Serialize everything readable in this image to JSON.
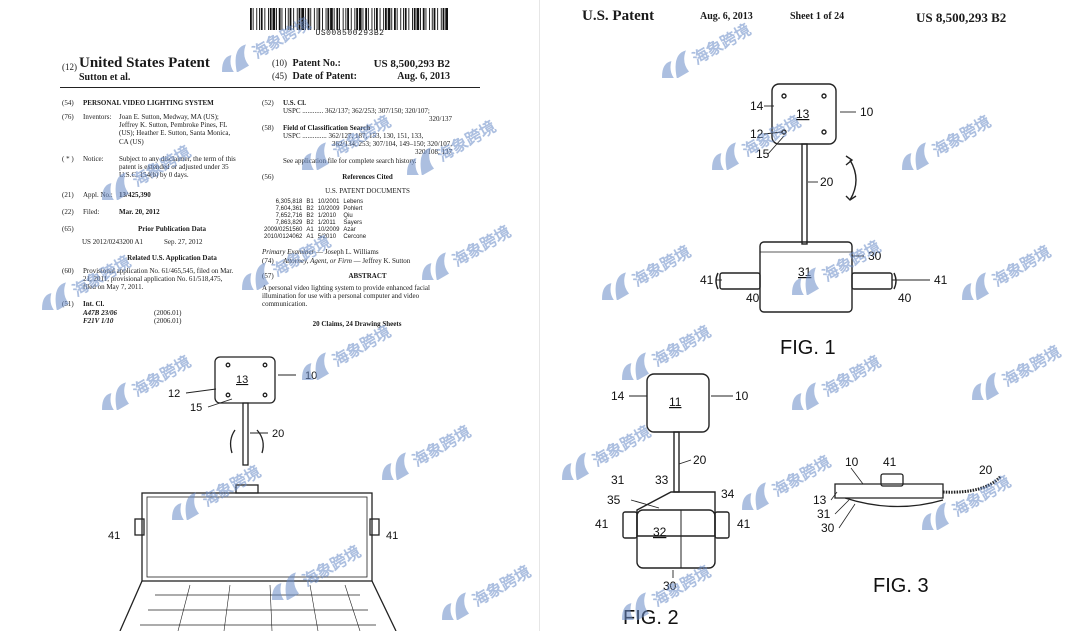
{
  "left_page": {
    "barcode_number": "US008500293B2",
    "doc_code": "(12)",
    "title": "United States Patent",
    "inventor_short": "Sutton et al.",
    "patent_no_code": "(10)",
    "patent_no_label": "Patent No.:",
    "patent_no_value": "US 8,500,293 B2",
    "date_code": "(45)",
    "date_label": "Date of Patent:",
    "date_value": "Aug. 6, 2013",
    "fields": {
      "title_code": "(54)",
      "title_text": "PERSONAL VIDEO LIGHTING SYSTEM",
      "inventors_code": "(76)",
      "inventors_label": "Inventors:",
      "inventors_lines": [
        "Joan E. Sutton, Medway, MA (US);",
        "Jeffrey K. Sutton, Pembroke Pines, FL",
        "(US); Heather E. Sutton, Santa Monica,",
        "CA (US)"
      ],
      "notice_code": "( * )",
      "notice_label": "Notice:",
      "notice_lines": [
        "Subject to any disclaimer, the term of this",
        "patent is extended or adjusted under 35",
        "U.S.C. 154(b) by 0 days."
      ],
      "appl_code": "(21)",
      "appl_label": "Appl. No.:",
      "appl_value": "13/425,390",
      "filed_code": "(22)",
      "filed_label": "Filed:",
      "filed_value": "Mar. 20, 2012",
      "prior_code": "(65)",
      "prior_heading": "Prior Publication Data",
      "prior_pub": "US 2012/0243200 A1",
      "prior_date": "Sep. 27, 2012",
      "related_heading": "Related U.S. Application Data",
      "related_code": "(60)",
      "related_lines": [
        "Provisional application No. 61/465,545, filed on Mar.",
        "21, 2011, provisional application No. 61/518,475,",
        "filed on May 7, 2011."
      ],
      "intcl_code": "(51)",
      "intcl_label": "Int. Cl.",
      "intcl_items": [
        {
          "cls": "A47B 23/06",
          "ver": "(2006.01)"
        },
        {
          "cls": "F21V 1/10",
          "ver": "(2006.01)"
        }
      ],
      "uscl_code": "(52)",
      "uscl_label": "U.S. Cl.",
      "uscl_line1": "USPC ............  362/137; 362/253; 307/150; 320/107;",
      "uscl_line2": "320/137",
      "field_code": "(58)",
      "field_label": "Field of Classification Search",
      "field_lines": [
        "USPC ..............  362/127, 187, 153, 130, 151, 133,",
        "362/134, 253; 307/104, 149–150; 320/107,",
        "320/108, 137"
      ],
      "field_note": "See application file for complete search history.",
      "refs_code": "(56)",
      "refs_heading": "References Cited",
      "refs_sub": "U.S. PATENT DOCUMENTS",
      "refs": [
        {
          "no": "6,305,818",
          "kind": "B1",
          "date": "10/2001",
          "name": "Lebens"
        },
        {
          "no": "7,604,361",
          "kind": "B2",
          "date": "10/2009",
          "name": "Pohlert"
        },
        {
          "no": "7,652,716",
          "kind": "B2",
          "date": "1/2010",
          "name": "Qiu"
        },
        {
          "no": "7,863,829",
          "kind": "B2",
          "date": "1/2011",
          "name": "Sayers"
        },
        {
          "no": "2009/0251560",
          "kind": "A1",
          "date": "10/2009",
          "name": "Azar"
        },
        {
          "no": "2010/0124062",
          "kind": "A1",
          "date": "5/2010",
          "name": "Cercone"
        }
      ],
      "examiner_label": "Primary Examiner",
      "examiner": "— Joseph L. Williams",
      "attorney_code": "(74)",
      "attorney_label": "Attorney, Agent, or Firm",
      "attorney": "— Jeffrey K. Sutton",
      "abstract_code": "(57)",
      "abstract_heading": "ABSTRACT",
      "abstract_lines": [
        "A personal video lighting system to provide enhanced facial",
        "illumination for use with a personal computer and video",
        "communication."
      ],
      "claims": "20 Claims, 24 Drawing Sheets"
    },
    "figure_labels": {
      "l13": "13",
      "l10": "10",
      "l12": "12",
      "l15": "15",
      "l20": "20",
      "l41": "41"
    }
  },
  "right_page": {
    "header_left": "U.S. Patent",
    "header_date": "Aug. 6, 2013",
    "header_sheet": "Sheet 1 of 24",
    "header_right": "US 8,500,293 B2",
    "fig1": {
      "caption": "FIG. 1",
      "l14": "14",
      "l13": "13",
      "l10": "10",
      "l12": "12",
      "l15": "15",
      "l20": "20",
      "l30": "30",
      "l31": "31",
      "l41": "41",
      "l40": "40"
    },
    "fig2": {
      "caption": "FIG. 2",
      "l14": "14",
      "l11": "11",
      "l10": "10",
      "l20": "20",
      "l31": "31",
      "l33": "33",
      "l35": "35",
      "l34": "34",
      "l41": "41",
      "l32": "32",
      "l30": "30"
    },
    "fig3": {
      "caption": "FIG. 3",
      "l10": "10",
      "l41": "41",
      "l20": "20",
      "l13": "13",
      "l31": "31",
      "l30": "30"
    }
  },
  "watermark_text": "海象跨境"
}
